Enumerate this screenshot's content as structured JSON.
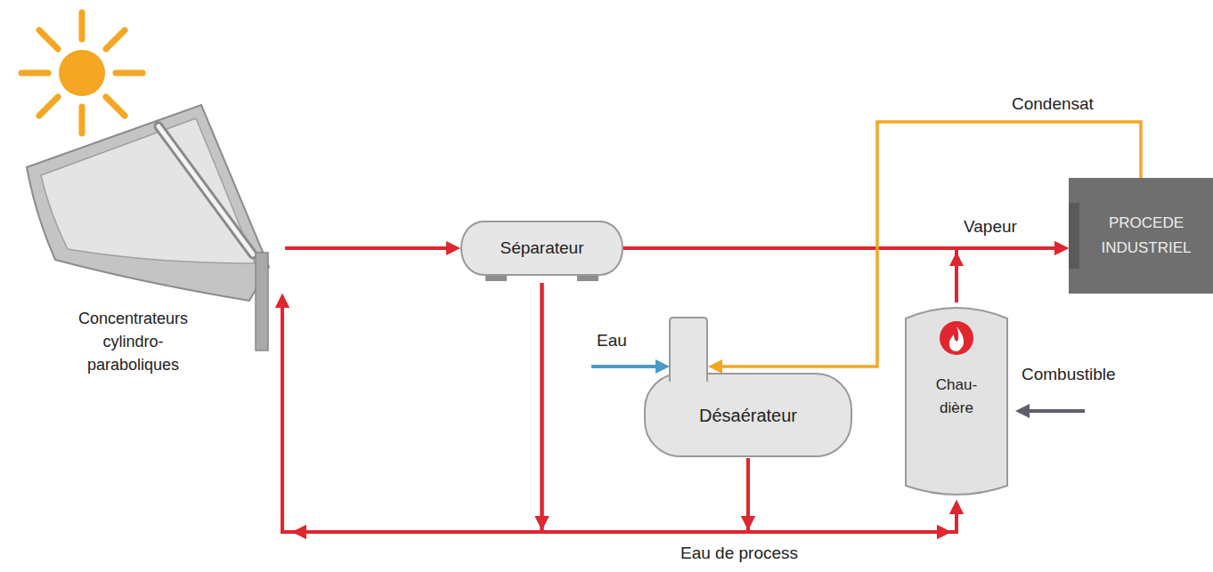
{
  "diagram": {
    "nodes": [
      {
        "text": [
          "Concentrateurs cylindro- paraboliques"
        ]
      },
      {
        "text": [
          "Séparateur"
        ]
      },
      {
        "text": [
          "Désaérateur"
        ]
      },
      {
        "text": [
          "Chau- dière"
        ]
      },
      {
        "text": [
          "PROCEDE INDUSTRIEL"
        ]
      }
    ],
    "edges": [
      {
        "from": 0,
        "to": 1,
        "arrow": "to"
      },
      {
        "from": 1,
        "to": 4,
        "arrow": "to",
        "label": "Vapeur"
      },
      {
        "from": 3,
        "to": 4,
        "arrow": "to"
      },
      {
        "from": 4,
        "to": 2,
        "arrow": "to",
        "label": "Condensat"
      },
      {
        "from": 1,
        "to": 0,
        "arrow": "to"
      },
      {
        "from": 1,
        "to": 3,
        "arrow": "to"
      },
      {
        "from": 2,
        "to": 0,
        "arrow": "to"
      },
      {
        "from": 2,
        "to": 3,
        "arrow": "to"
      }
    ],
    "labels": [
      "Eau",
      "Combustible",
      "Eau de process"
    ]
  }
}
